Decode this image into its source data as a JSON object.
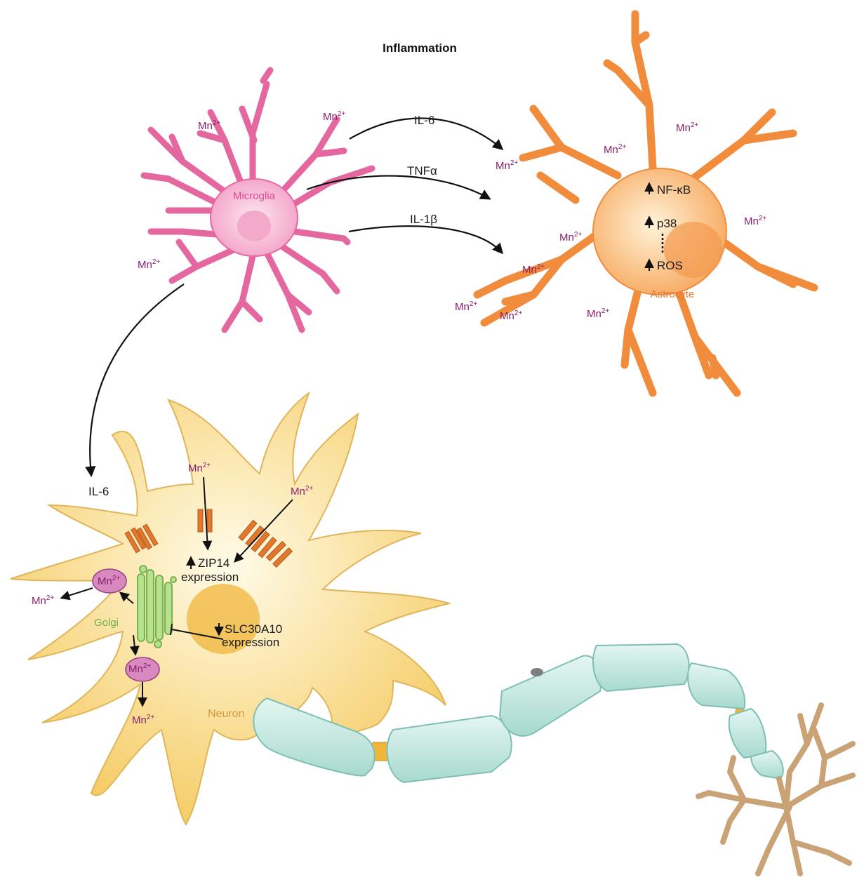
{
  "title": "Inflammation",
  "cells": {
    "microglia": "Microglia",
    "astrocyte": "Astrocyte",
    "neuron": "Neuron",
    "golgi": "Golgi"
  },
  "cytokines": {
    "il6_top": "IL-6",
    "tnfa": "TNFα",
    "il1b": "IL-1β",
    "il6_neuron": "IL-6"
  },
  "astrocyte_pathway": {
    "nfkb": "NF-κB",
    "p38": "p38",
    "ros": "ROS"
  },
  "neuron_labels": {
    "zip14_line1": "ZIP14",
    "zip14_line2": "expression",
    "slc_line1": "SLC30A10",
    "slc_line2": "expression"
  },
  "ion": {
    "base": "Mn",
    "charge": "2+"
  },
  "colors": {
    "microglia": "#ef7fb5",
    "astrocyte": "#f6a15a",
    "neuron": "#f7d37a",
    "myelin": "#bfe6df",
    "dendrite": "#c9a276",
    "golgi": "#9fd17a",
    "mn_vesicle": "#d889c0",
    "channel": "#e0782e",
    "ion_text": "#8a1f6e"
  }
}
